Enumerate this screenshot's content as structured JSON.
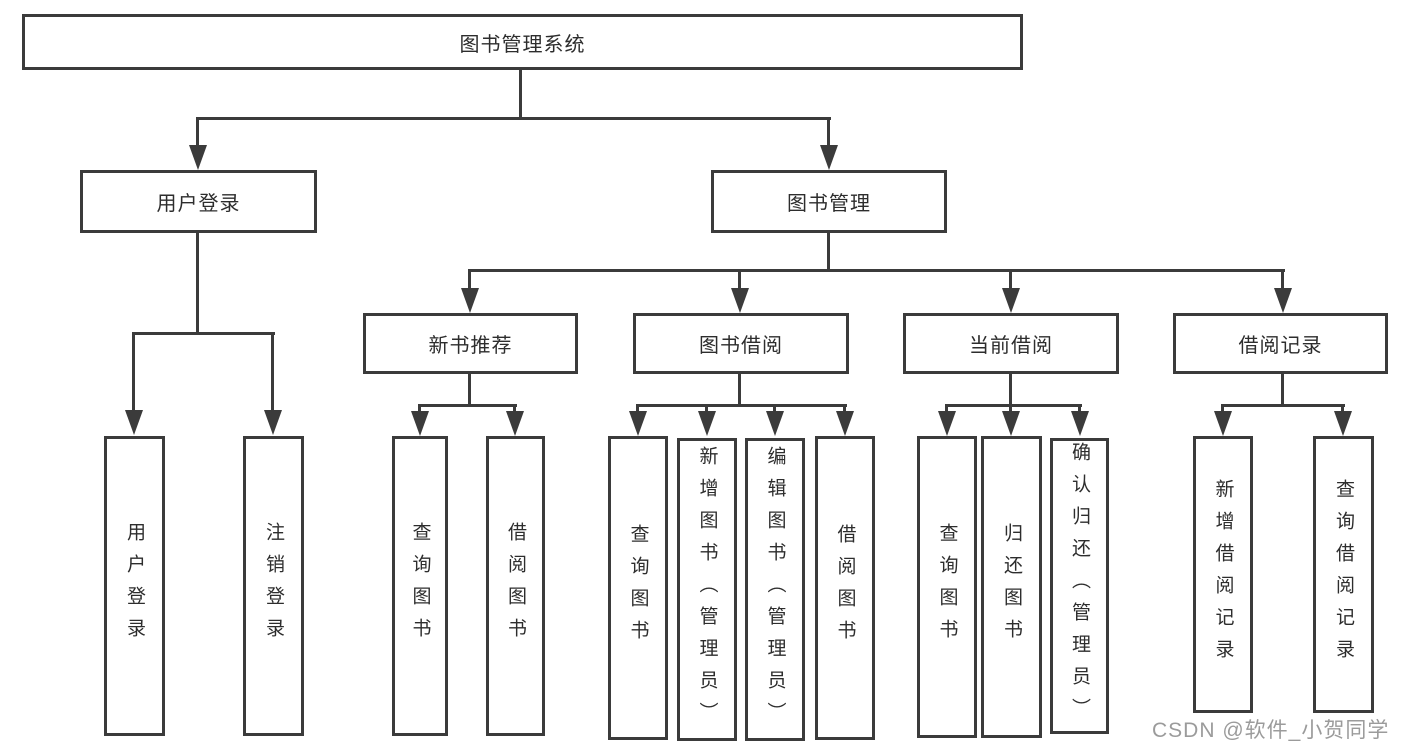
{
  "tree": {
    "root": {
      "label": "图书管理系统"
    },
    "user_login": {
      "label": "用户登录",
      "children": [
        {
          "label": "用户登录"
        },
        {
          "label": "注销登录"
        }
      ]
    },
    "book_mgmt": {
      "label": "图书管理",
      "groups": [
        {
          "label": "新书推荐",
          "children": [
            {
              "label": "查询图书"
            },
            {
              "label": "借阅图书"
            }
          ]
        },
        {
          "label": "图书借阅",
          "children": [
            {
              "label": "查询图书"
            },
            {
              "label": "新增图书（管理员）"
            },
            {
              "label": "编辑图书（管理员）"
            },
            {
              "label": "借阅图书"
            }
          ]
        },
        {
          "label": "当前借阅",
          "children": [
            {
              "label": "查询图书"
            },
            {
              "label": "归还图书"
            },
            {
              "label": "确认归还（管理员）"
            }
          ]
        },
        {
          "label": "借阅记录",
          "children": [
            {
              "label": "新增借阅记录"
            },
            {
              "label": "查询借阅记录"
            }
          ]
        }
      ]
    }
  },
  "watermark": {
    "text": "CSDN @软件_小贺同学"
  },
  "colors": {
    "line": "#3b3b3b",
    "text": "#2d2d2d",
    "watermark": "#9b9b9b",
    "background": "#ffffff"
  }
}
